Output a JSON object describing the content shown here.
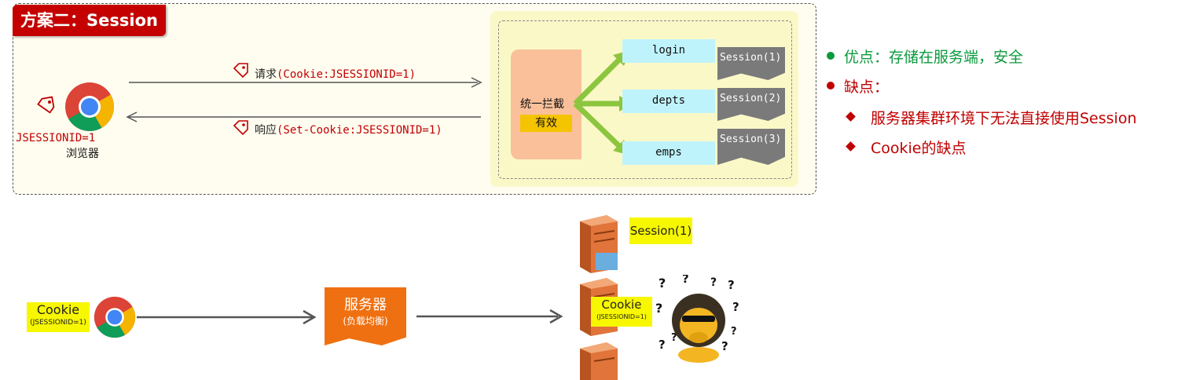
{
  "top": {
    "title": "方案二：Session",
    "browser": {
      "cookie_value": "JSESSIONID=1",
      "label": "浏览器"
    },
    "request": {
      "prefix": "请求",
      "detail": "(Cookie:JSESSIONID=1)"
    },
    "response": {
      "prefix": "响应",
      "detail": "(Set-Cookie:JSESSIONID=1)"
    },
    "interceptor": {
      "label": "统一拦截",
      "badge": "有效"
    },
    "endpoints": [
      "login",
      "depts",
      "emps"
    ],
    "sessions": [
      "Session(1)",
      "Session(2)",
      "Session(3)"
    ]
  },
  "bullets": {
    "pro": "优点：存储在服务端，安全",
    "con": "缺点：",
    "sub": [
      "服务器集群环境下无法直接使用Session",
      "Cookie的缺点"
    ]
  },
  "bottom": {
    "cookie_label": "Cookie",
    "cookie_value": "(JSESSIONID=1)",
    "server_label": "服务器",
    "server_sub": "(负载均衡)",
    "session_tag": "Session(1)",
    "cookie2_label": "Cookie",
    "cookie2_value": "(JSESSIONID=1)"
  },
  "colors": {
    "accent_red": "#c40000",
    "pro_green": "#0a9a3c",
    "con_red": "#c00000",
    "arrow_green": "#8cc63f",
    "server_orange": "#ef7010"
  }
}
